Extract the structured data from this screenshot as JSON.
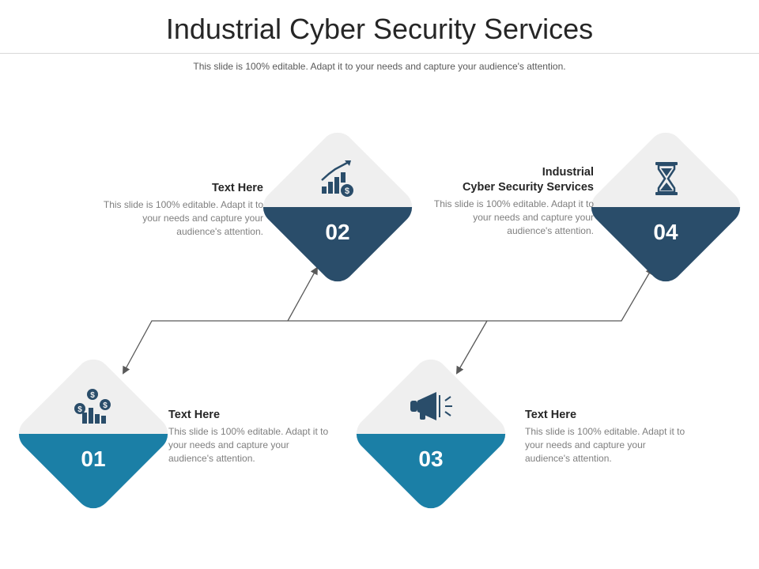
{
  "title": "Industrial Cyber Security Services",
  "subtitle": "This slide is 100% editable. Adapt it to your needs and capture your audience's attention.",
  "colors": {
    "dark_blue": "#2a4d6a",
    "teal": "#1b7fa6",
    "light_gray": "#efefef",
    "arrow": "#595959"
  },
  "steps": [
    {
      "number": "01",
      "icon": "coins-chart-icon",
      "heading": "Text Here",
      "body": "This slide is 100% editable. Adapt it to your needs and capture your audience's attention."
    },
    {
      "number": "02",
      "icon": "growth-chart-dollar-icon",
      "heading": "Text Here",
      "body": "This slide is 100% editable. Adapt it to your needs and capture your audience's attention."
    },
    {
      "number": "03",
      "icon": "megaphone-icon",
      "heading": "Text Here",
      "body": "This slide is 100% editable. Adapt it to your needs and capture your audience's attention."
    },
    {
      "number": "04",
      "icon": "hourglass-icon",
      "heading_line1": "Industrial",
      "heading_line2": "Cyber Security Services",
      "body": "This slide is 100% editable. Adapt it to your needs and capture your audience's attention."
    }
  ]
}
